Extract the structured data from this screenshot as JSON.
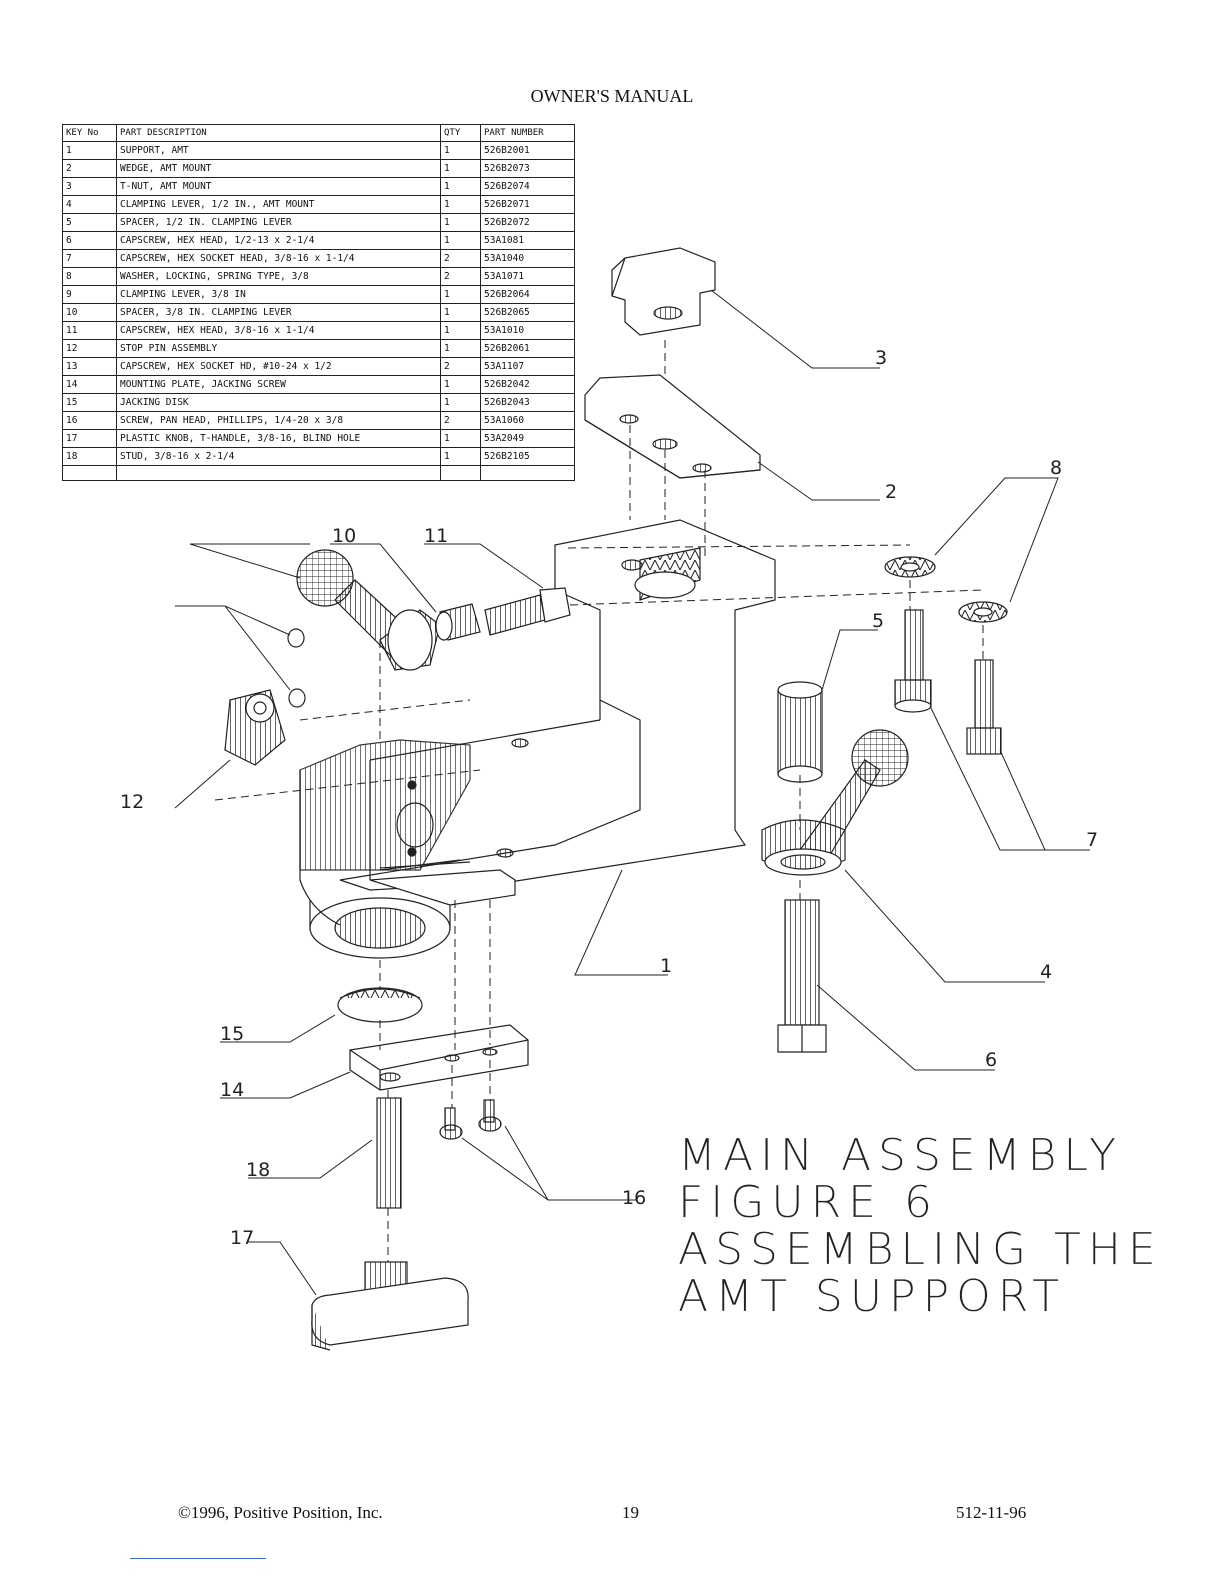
{
  "header": {
    "title": "OWNER'S MANUAL"
  },
  "table": {
    "columns": [
      "KEY No",
      "PART DESCRIPTION",
      "QTY",
      "PART NUMBER"
    ],
    "rows": [
      {
        "key": "1",
        "desc": "SUPPORT, AMT",
        "qty": "1",
        "pn": "526B2001"
      },
      {
        "key": "2",
        "desc": "WEDGE, AMT MOUNT",
        "qty": "1",
        "pn": "526B2073"
      },
      {
        "key": "3",
        "desc": "T-NUT, AMT MOUNT",
        "qty": "1",
        "pn": "526B2074"
      },
      {
        "key": "4",
        "desc": "CLAMPING LEVER, 1/2 IN., AMT MOUNT",
        "qty": "1",
        "pn": "526B2071"
      },
      {
        "key": "5",
        "desc": "SPACER, 1/2 IN. CLAMPING LEVER",
        "qty": "1",
        "pn": "526B2072"
      },
      {
        "key": "6",
        "desc": "CAPSCREW, HEX HEAD, 1/2-13 x 2-1/4",
        "qty": "1",
        "pn": "53A1081"
      },
      {
        "key": "7",
        "desc": "CAPSCREW, HEX SOCKET HEAD, 3/8-16 x 1-1/4",
        "qty": "2",
        "pn": "53A1040"
      },
      {
        "key": "8",
        "desc": "WASHER, LOCKING, SPRING TYPE, 3/8",
        "qty": "2",
        "pn": "53A1071"
      },
      {
        "key": "9",
        "desc": "CLAMPING LEVER, 3/8 IN",
        "qty": "1",
        "pn": "526B2064"
      },
      {
        "key": "10",
        "desc": "SPACER, 3/8 IN. CLAMPING LEVER",
        "qty": "1",
        "pn": "526B2065"
      },
      {
        "key": "11",
        "desc": "CAPSCREW, HEX HEAD, 3/8-16 x 1-1/4",
        "qty": "1",
        "pn": "53A1010"
      },
      {
        "key": "12",
        "desc": "STOP PIN ASSEMBLY",
        "qty": "1",
        "pn": "526B2061"
      },
      {
        "key": "13",
        "desc": "CAPSCREW, HEX SOCKET HD, #10-24 x 1/2",
        "qty": "2",
        "pn": "53A1107"
      },
      {
        "key": "14",
        "desc": "MOUNTING PLATE, JACKING SCREW",
        "qty": "1",
        "pn": "526B2042"
      },
      {
        "key": "15",
        "desc": "JACKING DISK",
        "qty": "1",
        "pn": "526B2043"
      },
      {
        "key": "16",
        "desc": "SCREW, PAN HEAD, PHILLIPS, 1/4-20 x 3/8",
        "qty": "2",
        "pn": "53A1060"
      },
      {
        "key": "17",
        "desc": "PLASTIC KNOB, T-HANDLE, 3/8-16, BLIND HOLE",
        "qty": "1",
        "pn": "53A2049"
      },
      {
        "key": "18",
        "desc": "STUD, 3/8-16 x 2-1/4",
        "qty": "1",
        "pn": "526B2105"
      }
    ]
  },
  "callouts": [
    "1",
    "2",
    "3",
    "4",
    "5",
    "6",
    "7",
    "8",
    "10",
    "11",
    "12",
    "14",
    "15",
    "16",
    "17",
    "18"
  ],
  "figure": {
    "lines": [
      "MAIN ASSEMBLY",
      "FIGURE 6",
      "ASSEMBLING THE",
      "AMT SUPPORT"
    ]
  },
  "footer": {
    "copyright": "©1996, Positive Position, Inc.",
    "page_number": "19",
    "doc_code": "512-11-96"
  }
}
